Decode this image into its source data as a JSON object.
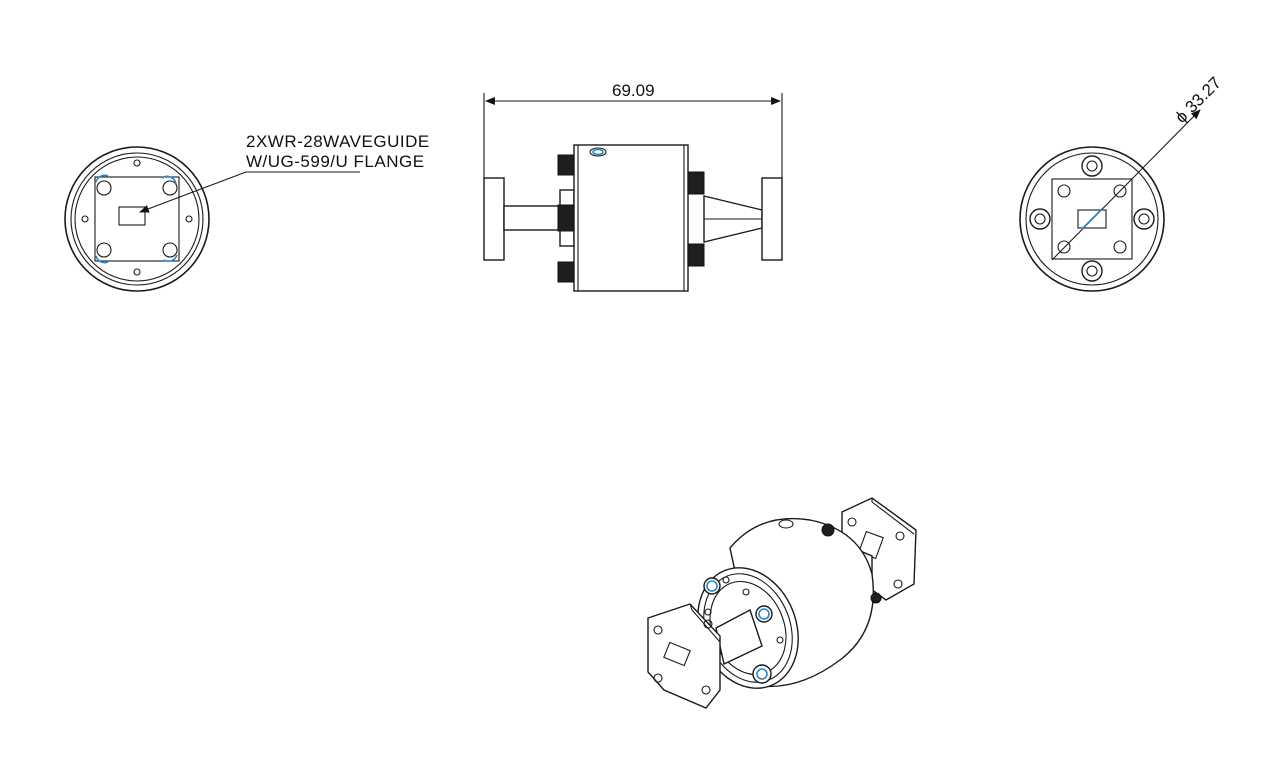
{
  "callout": {
    "line1": "2XWR-28WAVEGUIDE",
    "line2": "W/UG-599/U FLANGE"
  },
  "dimensions": {
    "length": "69.09",
    "diameter": "ϕ 33.27"
  },
  "colors": {
    "line": "#1a1a1a",
    "accent": "#2a86c8",
    "background": "#ffffff"
  }
}
